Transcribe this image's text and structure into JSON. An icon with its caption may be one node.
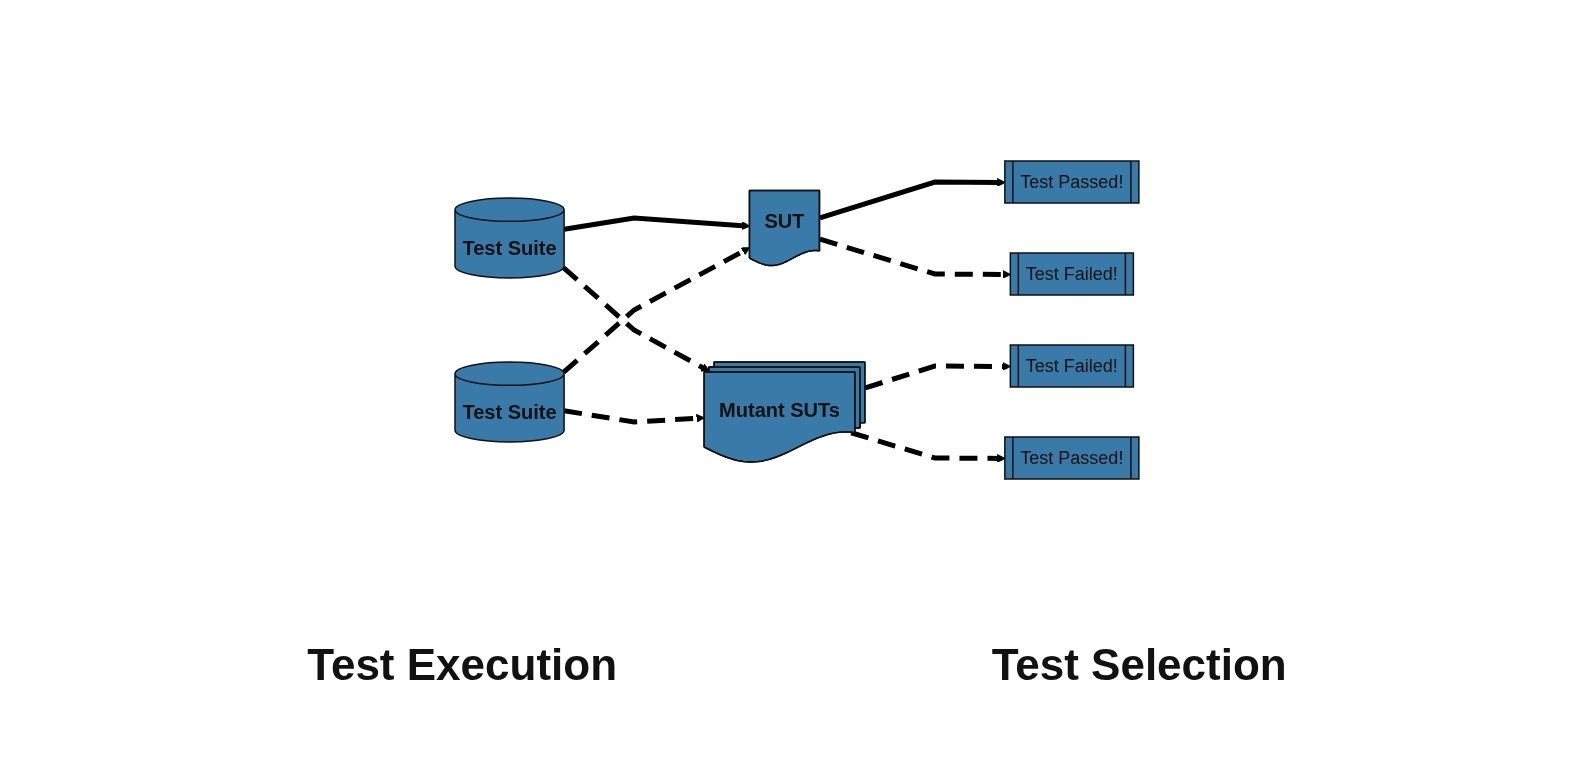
{
  "diagram": {
    "nodes": [
      {
        "text": [
          "Test Suite"
        ]
      },
      {
        "text": [
          "Test Suite"
        ]
      },
      {
        "text": [
          "SUT"
        ]
      },
      {
        "text": [
          "Mutant SUTs"
        ]
      },
      {
        "text": [
          "Test Passed!"
        ]
      },
      {
        "text": [
          "Test Failed!"
        ]
      },
      {
        "text": [
          "Test Failed!"
        ]
      },
      {
        "text": [
          "Test Passed!"
        ]
      }
    ],
    "edges": [
      {
        "from": 0,
        "to": 2,
        "arrow": "to"
      },
      {
        "from": 0,
        "to": 3,
        "arrow": "to",
        "style": "dashed"
      },
      {
        "from": 1,
        "to": 2,
        "arrow": "to",
        "style": "dashed"
      },
      {
        "from": 1,
        "to": 3,
        "arrow": "to",
        "style": "dashed"
      },
      {
        "from": 2,
        "to": 4,
        "arrow": "to"
      },
      {
        "from": 2,
        "to": 5,
        "arrow": "to",
        "style": "dashed"
      },
      {
        "from": 3,
        "to": 6,
        "arrow": "to",
        "style": "dashed"
      },
      {
        "from": 3,
        "to": 7,
        "arrow": "to",
        "style": "dashed"
      }
    ],
    "labels": [
      "Test Execution",
      "Test Selection"
    ]
  }
}
